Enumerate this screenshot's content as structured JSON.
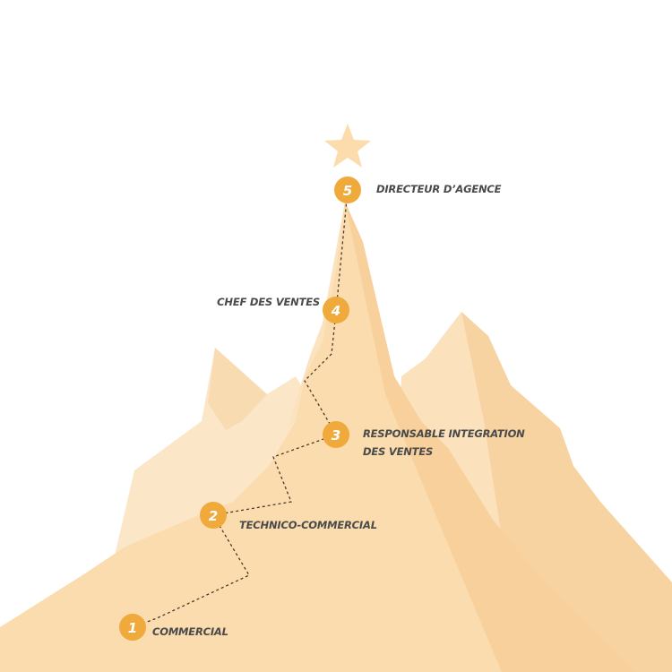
{
  "colors": {
    "background": "#ffffff",
    "mountain_light": "#fbe6c6",
    "mountain_mid": "#fadcb1",
    "mountain_dark": "#f6cf98",
    "star": "#fcdcac",
    "badge": "#f0a93b",
    "badge_text": "#ffffff",
    "label_text": "#4a4a4a",
    "path_line": "#4a3a2a"
  },
  "icons": {
    "summit": "star-icon"
  },
  "steps": [
    {
      "number": "1",
      "label_lines": [
        "COMMERCIAL"
      ]
    },
    {
      "number": "2",
      "label_lines": [
        "TECHNICO-COMMERCIAL"
      ]
    },
    {
      "number": "3",
      "label_lines": [
        "RESPONSABLE INTEGRATION",
        "DES VENTES"
      ]
    },
    {
      "number": "4",
      "label_lines": [
        "CHEF DES VENTES"
      ]
    },
    {
      "number": "5",
      "label_lines": [
        "DIRECTEUR D’AGENCE"
      ]
    }
  ]
}
